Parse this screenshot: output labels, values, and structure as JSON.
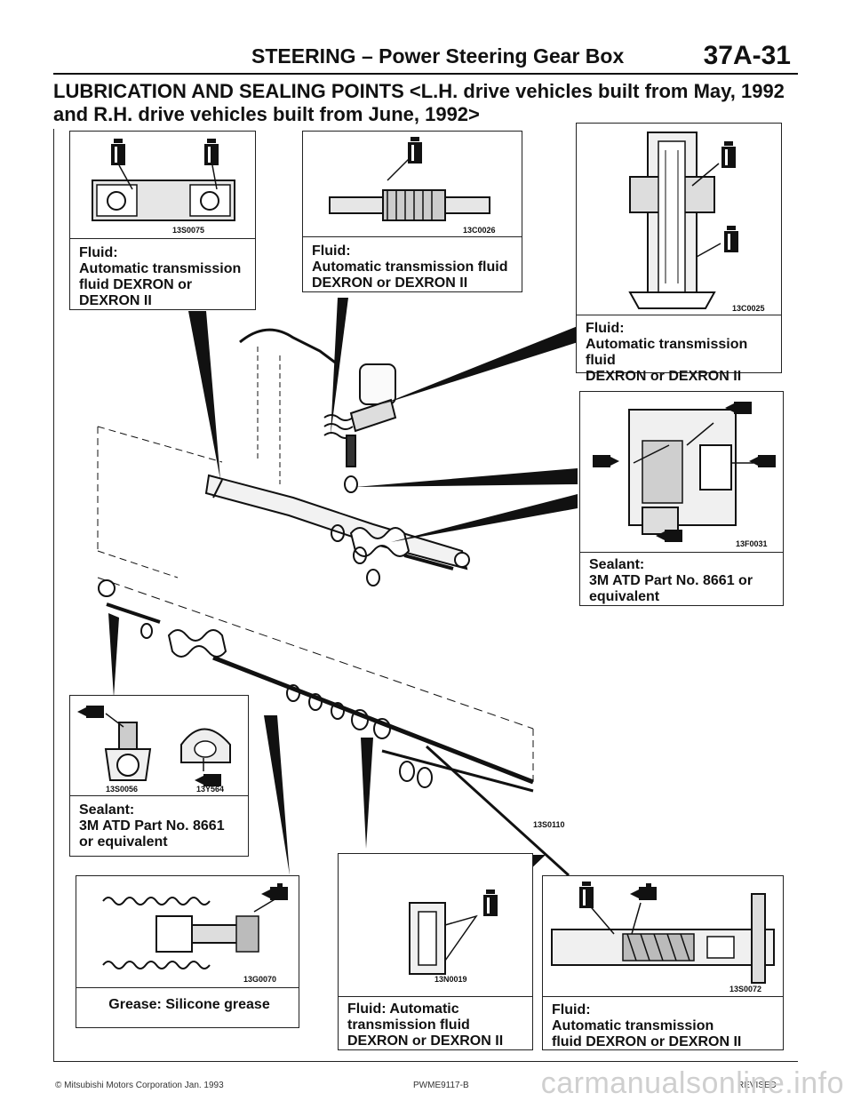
{
  "header": {
    "title": "STEERING – Power Steering Gear Box",
    "page_number": "37A-31"
  },
  "heading": "LUBRICATION AND SEALING POINTS <L.H. drive vehicles built from May, 1992 and R.H. drive vehicles built from June, 1992>",
  "callouts": [
    {
      "code": "13S0075",
      "lines": [
        "Fluid:",
        "Automatic transmission",
        "fluid DEXRON or",
        "DEXRON II"
      ]
    },
    {
      "code": "13C0026",
      "lines": [
        "Fluid:",
        "Automatic transmission fluid",
        "DEXRON or DEXRON II"
      ]
    },
    {
      "code": "13C0025",
      "lines": [
        "Fluid:",
        "Automatic transmission fluid",
        "DEXRON or DEXRON II"
      ]
    },
    {
      "code": "13F0031",
      "lines": [
        "Sealant:",
        "3M ATD Part No. 8661 or",
        "equivalent"
      ]
    },
    {
      "code": "13S0056",
      "code2": "13Y564",
      "lines": [
        "Sealant:",
        "3M ATD Part No. 8661",
        "or equivalent"
      ]
    },
    {
      "code": "13G0070",
      "lines": [
        "Grease: Silicone grease"
      ]
    },
    {
      "code": "13N0019",
      "lines": [
        "Fluid: Automatic",
        "transmission fluid",
        "DEXRON or DEXRON II"
      ]
    },
    {
      "code": "13S0072",
      "lines": [
        "Fluid:",
        "Automatic transmission",
        "fluid DEXRON or DEXRON II"
      ]
    }
  ],
  "diagram_code": "13S0110",
  "footer": {
    "left": "© Mitsubishi Motors Corporation   Jan. 1993",
    "center": "PWME9117-B",
    "right": "REVISED"
  },
  "watermark": "carmanualsonline.info",
  "icon_names": [
    "oil-can-icon",
    "grease-gun-icon",
    "sealant-tube-icon"
  ]
}
